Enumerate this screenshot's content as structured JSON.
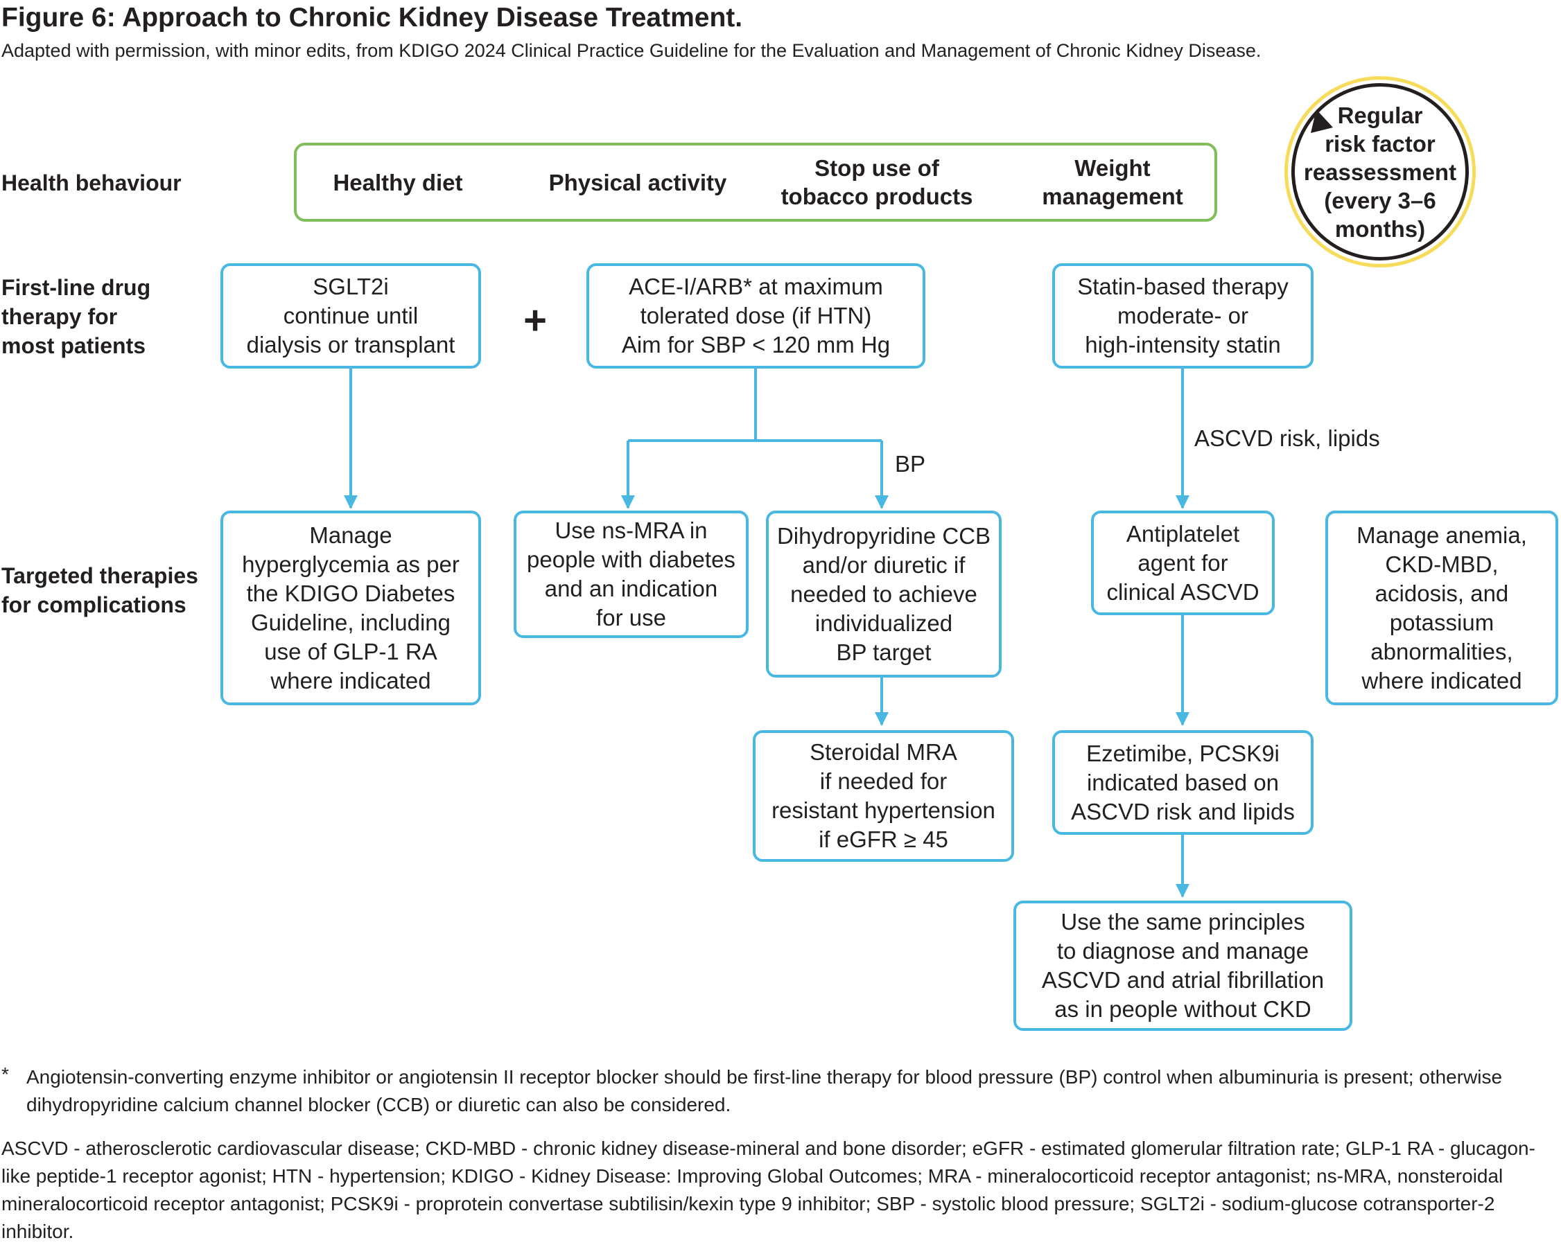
{
  "figure": {
    "title": "Figure 6: Approach to Chronic Kidney Disease Treatment.",
    "subtitle": "Adapted with permission, with minor edits, from KDIGO 2024 Clinical Practice Guideline for the Evaluation and Management of Chronic Kidney Disease."
  },
  "row_labels": {
    "health_behaviour": "Health behaviour",
    "first_line": "First-line drug\ntherapy for\nmost patients",
    "targeted": "Targeted therapies\nfor complications"
  },
  "health_behaviours": [
    "Healthy diet",
    "Physical activity",
    "Stop use of\ntobacco products",
    "Weight\nmanagement"
  ],
  "reassessment": "Regular\nrisk factor\nreassessment\n(every 3–6\nmonths)",
  "first_line": {
    "sglt2i": "SGLT2i\ncontinue until\ndialysis or transplant",
    "plus": "+",
    "ace_arb": "ACE-I/ARB* at maximum\ntolerated dose (if HTN)\nAim for SBP < 120 mm Hg",
    "statin": "Statin-based therapy\nmoderate- or\nhigh-intensity statin"
  },
  "connector_labels": {
    "bp": "BP",
    "ascvd": "ASCVD risk, lipids"
  },
  "targeted": {
    "glycemia": "Manage\nhyperglycemia as per\nthe KDIGO Diabetes\nGuideline, including\nuse of GLP-1 RA\nwhere indicated",
    "ns_mra": "Use ns-MRA in\npeople with diabetes\nand an indication\nfor use",
    "ccb": "Dihydropyridine CCB\nand/or diuretic if\nneeded to achieve\nindividualized\nBP target",
    "antiplatelet": "Antiplatelet\nagent for\nclinical ASCVD",
    "anemia": "Manage anemia,\nCKD-MBD,\nacidosis, and\npotassium\nabnormalities,\nwhere indicated",
    "steroidal_mra": "Steroidal MRA\nif needed for\nresistant hypertension\nif eGFR ≥ 45",
    "ezetimibe": "Ezetimibe, PCSK9i\nindicated based on\nASCVD risk and lipids",
    "same_principles": "Use the same principles\nto diagnose and manage\nASCVD and atrial fibrillation\nas in people without CKD"
  },
  "footnote": {
    "mark": "*",
    "text": "Angiotensin-converting enzyme inhibitor or angiotensin II receptor blocker should be first-line therapy for blood pressure (BP) control when albuminuria is present; otherwise dihydropyridine calcium channel blocker (CCB) or diuretic can also be considered."
  },
  "abbreviations": "ASCVD - atherosclerotic cardiovascular disease; CKD-MBD - chronic kidney disease-mineral and bone disorder; eGFR - estimated glomerular filtration rate; GLP-1 RA - glucagon-like peptide-1 receptor agonist; HTN - hypertension; KDIGO - Kidney Disease: Improving Global Outcomes; MRA - mineralocorticoid receptor antagonist; ns-MRA, nonsteroidal mineralocorticoid receptor antagonist; PCSK9i - proprotein convertase subtilisin/kexin type 9 inhibitor; SBP - systolic blood pressure; SGLT2i - sodium-glucose cotransporter-2 inhibitor.",
  "colors": {
    "box_border": "#48b8e2",
    "health_border": "#82bd5c",
    "circle_outer": "#f7dc5a",
    "text": "#231f20"
  }
}
